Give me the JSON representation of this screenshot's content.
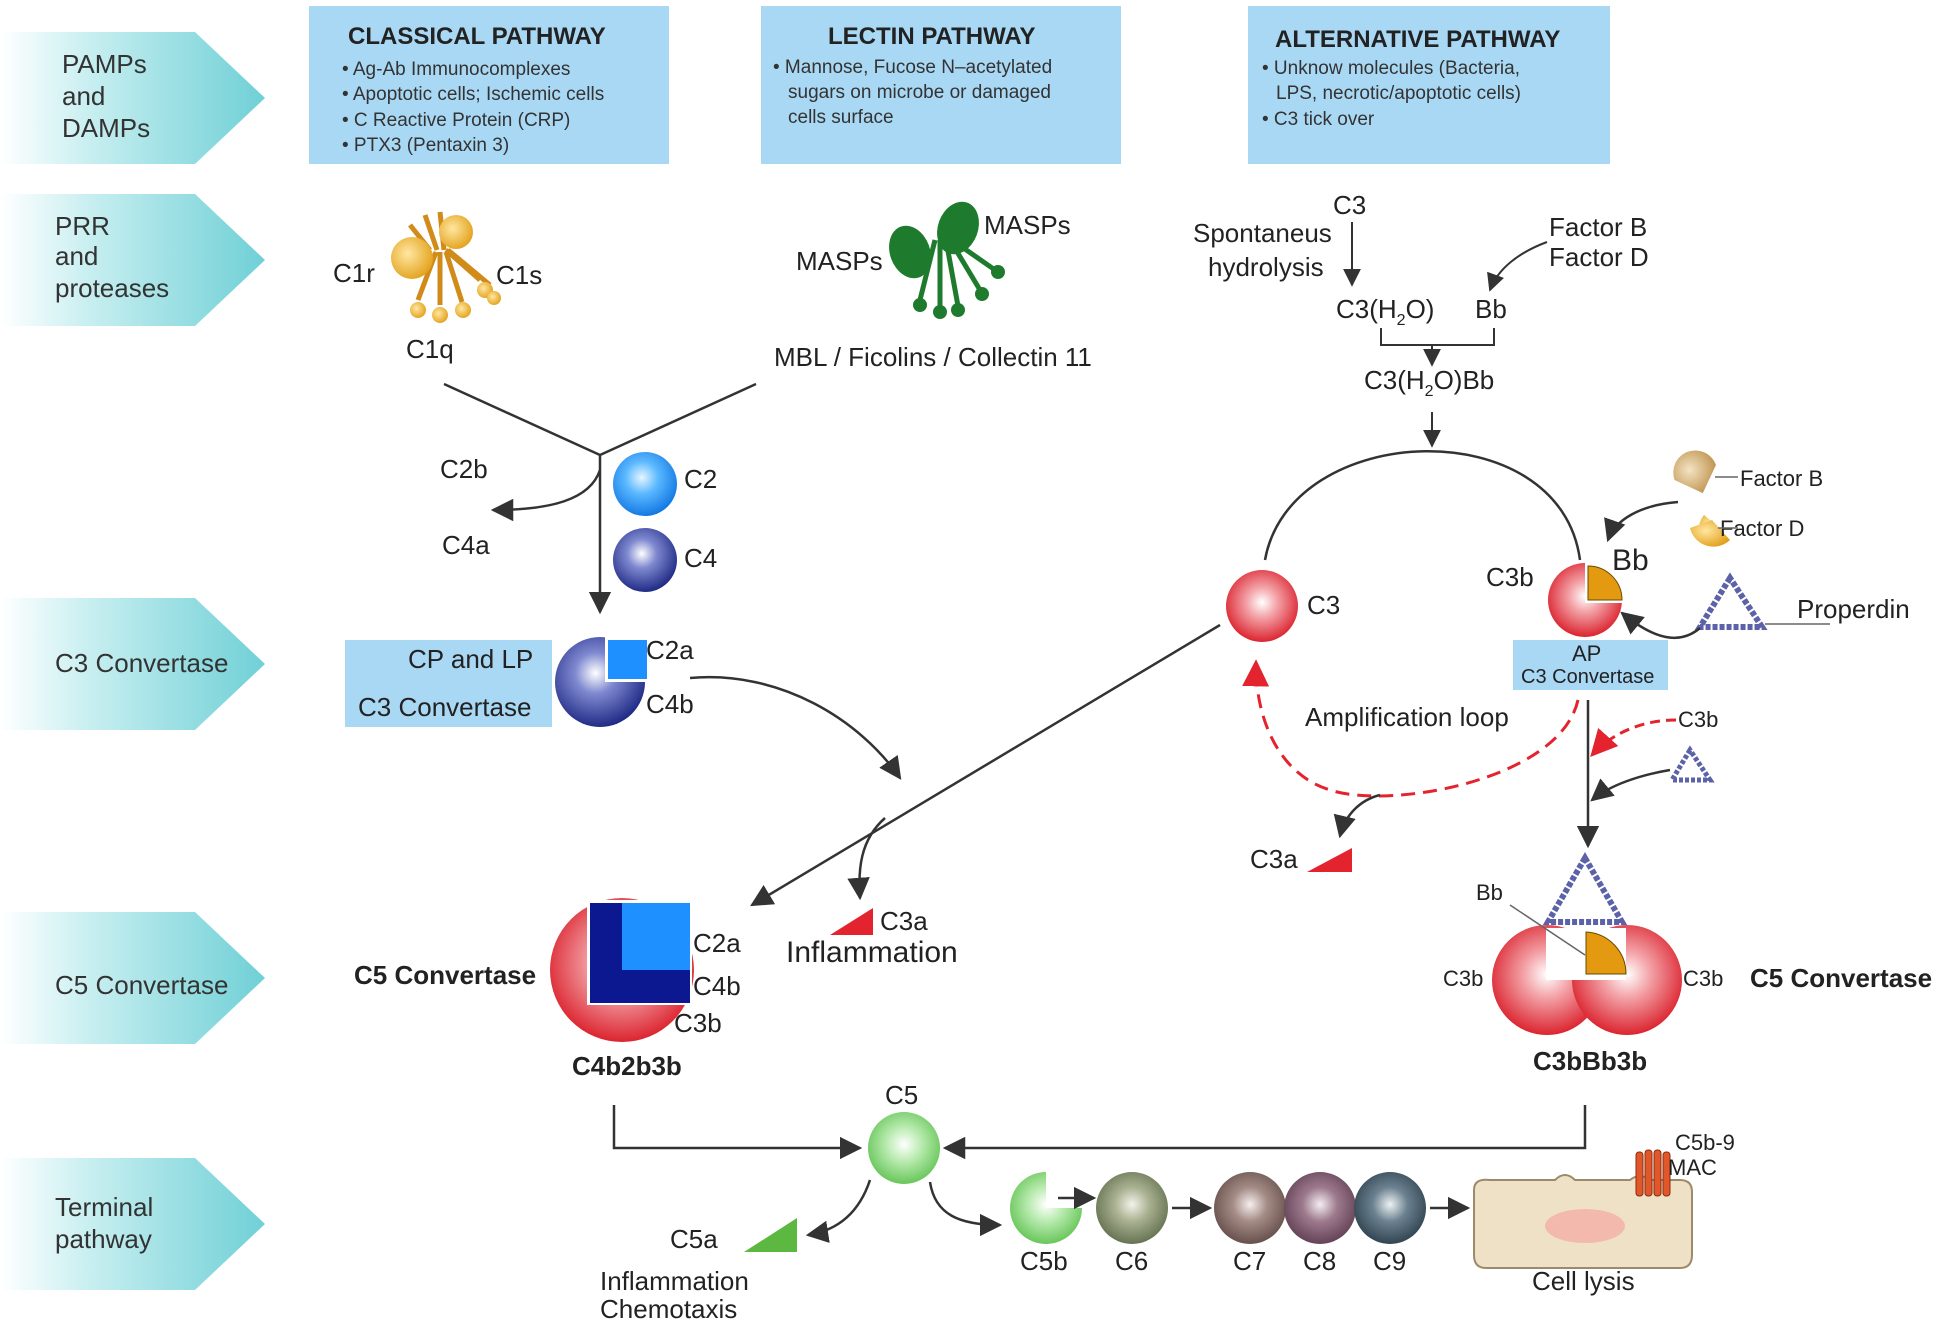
{
  "rows": {
    "pamps": [
      "PAMPs",
      "and",
      "DAMPs"
    ],
    "prr": [
      "PRR",
      "and",
      "proteases"
    ],
    "c3conv": [
      "C3 Convertase"
    ],
    "c5conv": [
      "C5 Convertase"
    ],
    "terminal": [
      "Terminal",
      "pathway"
    ]
  },
  "pathways": {
    "classical": {
      "title": "CLASSICAL PATHWAY",
      "bullets": [
        "• Ag-Ab Immunocomplexes",
        "• Apoptotic cells; Ischemic cells",
        "• C Reactive Protein (CRP)",
        "• PTX3 (Pentaxin 3)"
      ]
    },
    "lectin": {
      "title": "LECTIN PATHWAY",
      "bullets": [
        "• Mannose, Fucose N–acetylated",
        "sugars on microbe or damaged",
        "cells surface"
      ]
    },
    "alternative": {
      "title": "ALTERNATIVE PATHWAY",
      "bullets": [
        "• Unknow molecules (Bacteria,",
        "LPS, necrotic/apoptotic cells)",
        "• C3 tick over"
      ]
    }
  },
  "classical": {
    "c1r": "C1r",
    "c1s": "C1s",
    "c1q": "C1q",
    "c2b": "C2b",
    "c4a": "C4a",
    "c2": "C2",
    "c4": "C4",
    "cplp_line1": "CP and LP",
    "cplp_line2": "C3 Convertase",
    "c2a": "C2a",
    "c4b": "C4b"
  },
  "lectin": {
    "masps_left": "MASPs",
    "masps_right": "MASPs",
    "mbl": "MBL / Ficolins / Collectin 11"
  },
  "alternative": {
    "c3_top": "C3",
    "spont1": "Spontaneus",
    "spont2": "hydrolysis",
    "factor_b": "Factor B",
    "factor_d": "Factor D",
    "c3h2o": "C3(H",
    "c3h2o_sub": "2",
    "c3h2o_end": "O)",
    "bb_top": "Bb",
    "c3h2obb": "C3(H",
    "c3h2obb_sub": "2",
    "c3h2obb_end": "O)Bb",
    "factor_b2": "Factor B",
    "factor_d2": "Factor D",
    "c3b": "C3b",
    "bb": "Bb",
    "properdin": "Properdin",
    "c3_loop": "C3",
    "ap_line1": "AP",
    "ap_line2": "C3 Convertase",
    "amp_loop": "Amplification loop",
    "c3b_in": "C3b",
    "c3a": "C3a"
  },
  "c5": {
    "left_title": "C5 Convertase",
    "left_c2a": "C2a",
    "left_c4b": "C4b",
    "left_c3b": "C3b",
    "left_name": "C4b2b3b",
    "c3a": "C3a",
    "inflammation": "Inflammation",
    "right_bb": "Bb",
    "right_c3b_l": "C3b",
    "right_c3b_r": "C3b",
    "right_title": "C5 Convertase",
    "right_name": "C3bBb3b"
  },
  "terminal": {
    "c5": "C5",
    "c5a": "C5a",
    "infl": "Inflammation",
    "chemo": "Chemotaxis",
    "c5b": "C5b",
    "c6": "C6",
    "c7": "C7",
    "c8": "C8",
    "c9": "C9",
    "mac1": "C5b-9",
    "mac2": "MAC",
    "lysis": "Cell lysis"
  },
  "colors": {
    "chevron": "#6fd0d6",
    "box": "#a9d8f4",
    "c2_blue": "#1e90ff",
    "c4_navy": "#1c2a8a",
    "c3_red": "#e3232e",
    "gold": "#e8a317",
    "green_dark": "#1e7b2e",
    "loop_dash": "#e3232e"
  }
}
